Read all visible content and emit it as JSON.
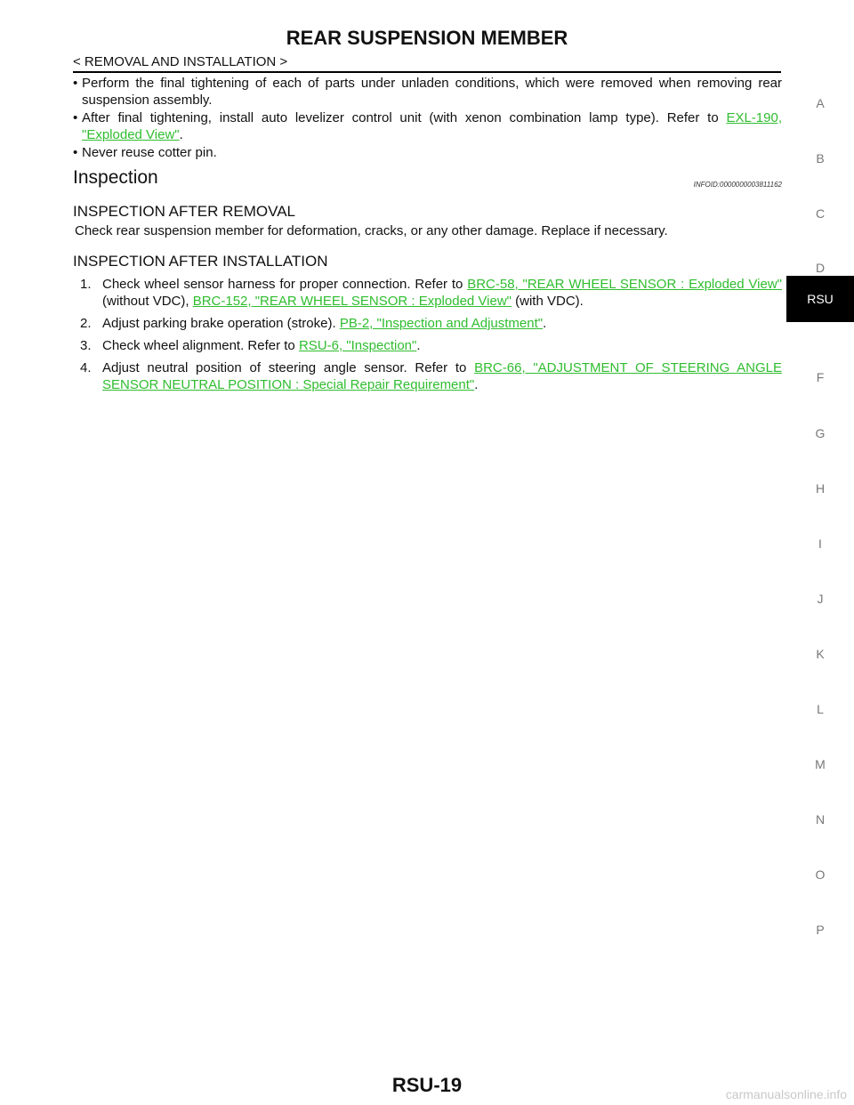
{
  "header": {
    "title": "REAR SUSPENSION MEMBER",
    "breadcrumb": "< REMOVAL AND INSTALLATION >"
  },
  "notes": {
    "bullet_symbol": "•",
    "b1": "Perform the final tightening of each of parts under unladen conditions, which were removed when removing rear suspension assembly.",
    "b2_pre": "After final tightening, install auto levelizer control unit (with xenon combination lamp type). Refer to ",
    "b2_link": "EXL-190, \"Exploded View\"",
    "b2_post": ".",
    "b3": "Never reuse cotter pin."
  },
  "inspection": {
    "title": "Inspection",
    "infoid": "INFOID:0000000003811162",
    "after_removal": {
      "title": "INSPECTION AFTER REMOVAL",
      "text": "Check rear suspension member for deformation, cracks, or any other damage. Replace if necessary."
    },
    "after_installation": {
      "title": "INSPECTION AFTER INSTALLATION",
      "s1_num": "1.",
      "s1_pre": "Check wheel sensor harness for proper connection. Refer to ",
      "s1_link1": "BRC-58, \"REAR WHEEL SENSOR : Exploded View\"",
      "s1_mid": " (without VDC), ",
      "s1_link2": "BRC-152, \"REAR WHEEL SENSOR : Exploded View\"",
      "s1_post": " (with VDC).",
      "s2_num": "2.",
      "s2_pre": "Adjust parking brake operation (stroke). ",
      "s2_link": "PB-2, \"Inspection and Adjustment\"",
      "s2_post": ".",
      "s3_num": "3.",
      "s3_pre": "Check wheel alignment. Refer to ",
      "s3_link": "RSU-6, \"Inspection\"",
      "s3_post": ".",
      "s4_num": "4.",
      "s4_pre": "Adjust neutral position of steering angle sensor. Refer to ",
      "s4_link": "BRC-66, \"ADJUSTMENT OF STEERING ANGLE SENSOR NEUTRAL POSITION : Special Repair Requirement\"",
      "s4_post": "."
    }
  },
  "tabs": [
    "A",
    "B",
    "C",
    "D",
    "RSU",
    "F",
    "G",
    "H",
    "I",
    "J",
    "K",
    "L",
    "M",
    "N",
    "O",
    "P"
  ],
  "active_tab": "RSU",
  "footer": {
    "page_number": "RSU-19",
    "watermark": "carmanualsonline.info"
  },
  "colors": {
    "link": "#2fbd2f",
    "active_tab_bg": "#000000",
    "tab_text": "#777777"
  }
}
